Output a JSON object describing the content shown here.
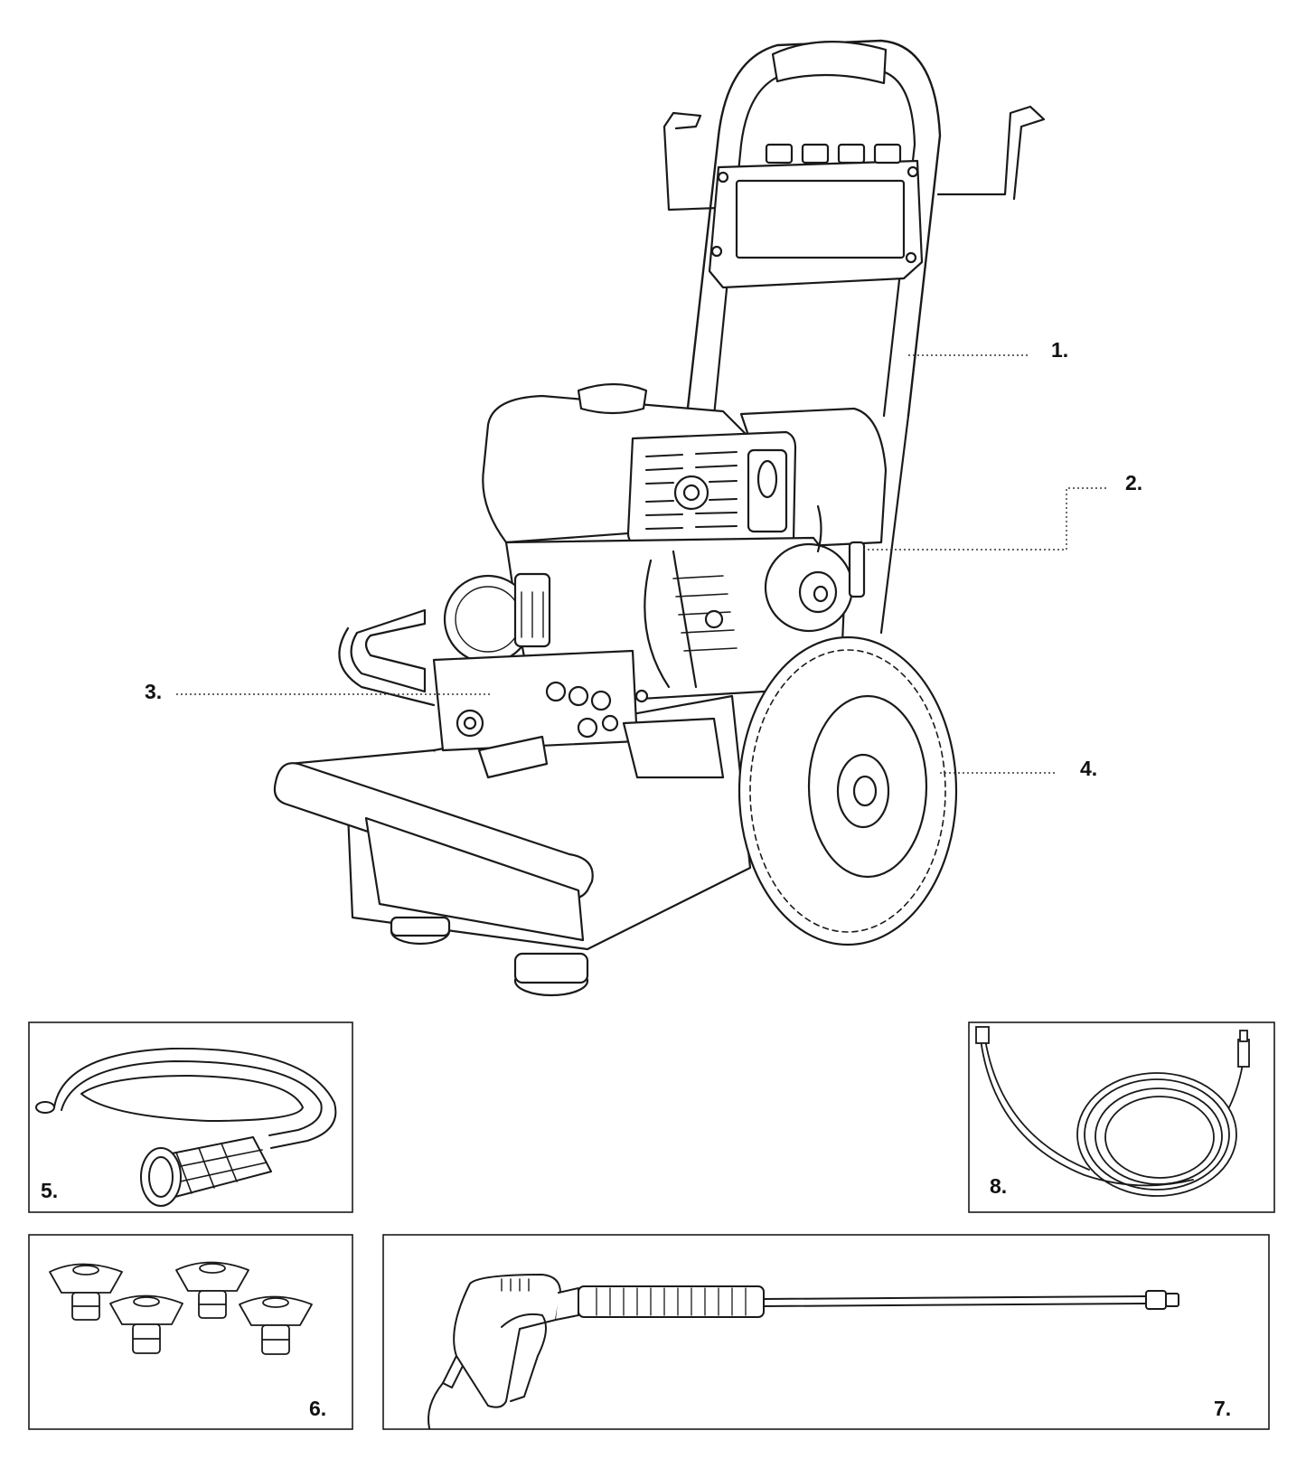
{
  "colors": {
    "line": "#1a1a1a",
    "background": "#ffffff",
    "leader": "#333333"
  },
  "callouts": {
    "c1": "1.",
    "c2": "2.",
    "c3": "3.",
    "c4": "4.",
    "c5": "5.",
    "c6": "6.",
    "c7": "7.",
    "c8": "8."
  }
}
